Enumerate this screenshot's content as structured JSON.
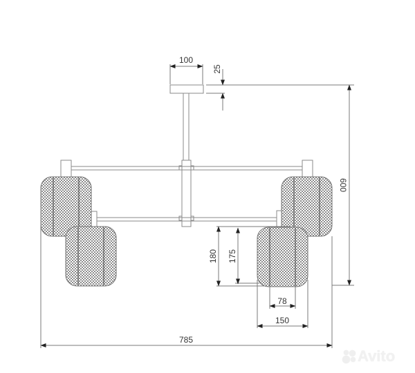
{
  "drawing": {
    "subject": "4-shade ceiling chandelier dimension drawing",
    "dimensions": {
      "canopy_width": "100",
      "canopy_height": "25",
      "total_height": "600",
      "total_width": "785",
      "shade_height_outer": "180",
      "shade_height_inner": "175",
      "shade_inner_width": "78",
      "shade_width": "150"
    },
    "units": "mm",
    "colors": {
      "line": "#8a8a8a",
      "dimension": "#7a7a7a",
      "text": "#333333",
      "mesh": "#707070"
    }
  },
  "watermark": {
    "text": "Avito"
  }
}
